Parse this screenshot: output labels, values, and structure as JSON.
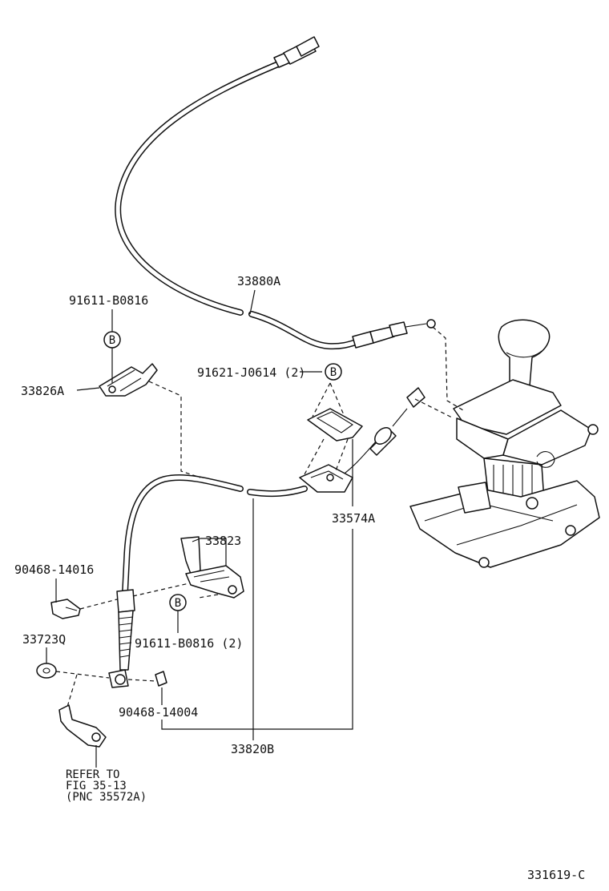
{
  "labels": {
    "p33880A": "33880A",
    "p91611_top": "91611-B0816",
    "p33826A": "33826A",
    "p91621": "91621-J0614 (2)",
    "p33574A": "33574A",
    "p33823": "33823",
    "p90468_14016": "90468-14016",
    "p33723Q": "33723Q",
    "p91611_mid": "91611-B0816 (2)",
    "p90468_14004": "90468-14004",
    "p33820B": "33820B"
  },
  "markers": {
    "b_top": "B",
    "b_mid_right": "B",
    "b_mid": "B"
  },
  "refer": {
    "line1": "REFER TO",
    "line2": "FIG 35-13",
    "line3": "(PNC 35572A)"
  },
  "figure_id": "331619-C"
}
